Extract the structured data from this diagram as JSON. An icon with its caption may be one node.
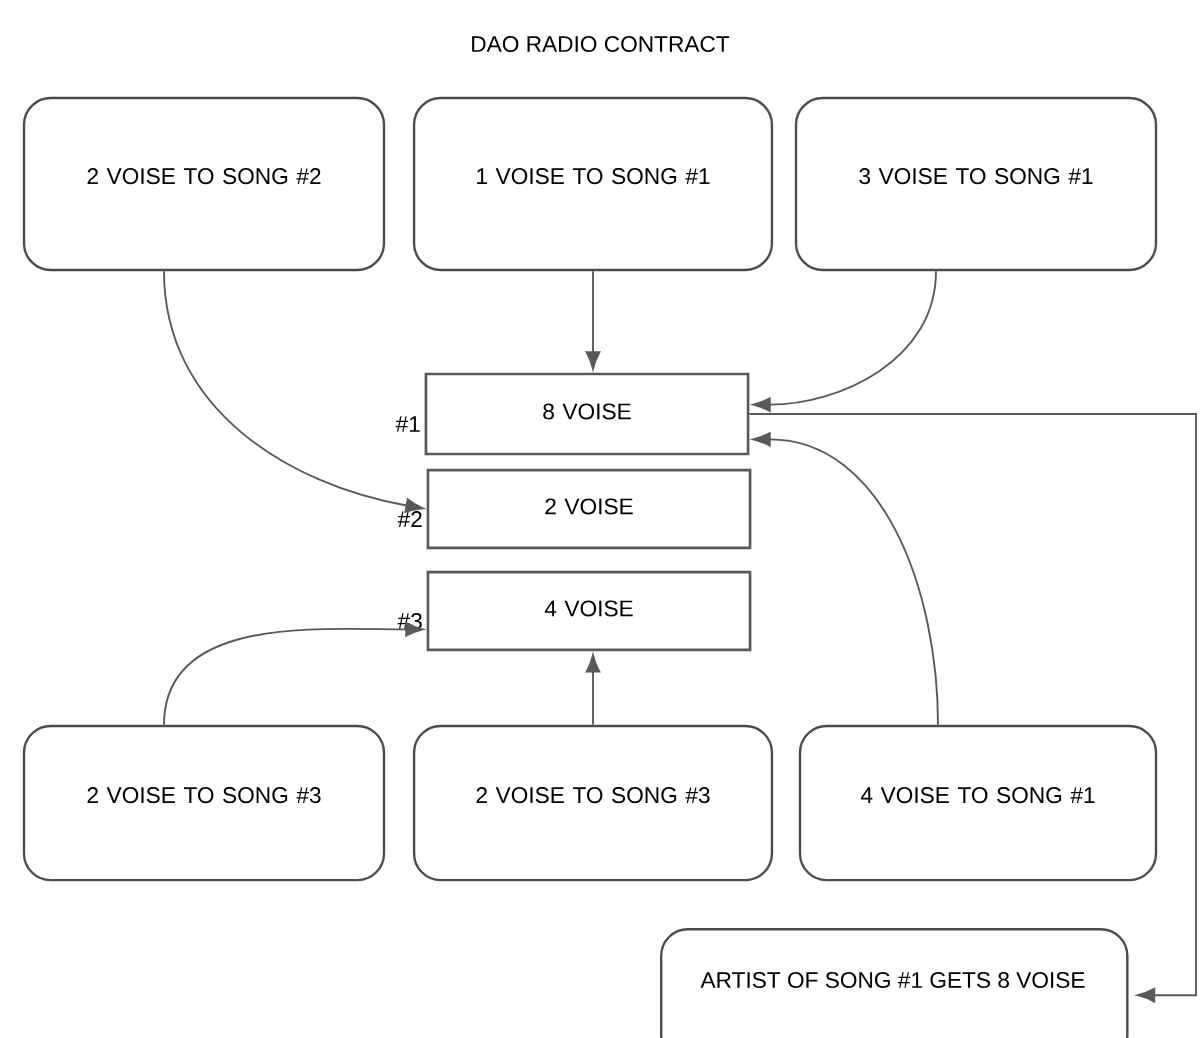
{
  "diagram": {
    "title": "DAO RADIO CONTRACT",
    "nodes": [
      {
        "text": [
          "2 VOISE TO SONG #2"
        ]
      },
      {
        "text": [
          "1 VOISE TO SONG #1"
        ]
      },
      {
        "text": [
          "3 VOISE TO SONG #1"
        ]
      },
      {
        "text": [
          "8 VOISE"
        ],
        "beside": [
          "#1"
        ]
      },
      {
        "text": [
          "2 VOISE"
        ],
        "beside": [
          "#2"
        ]
      },
      {
        "text": [
          "4 VOISE"
        ],
        "beside": [
          "#3"
        ]
      },
      {
        "text": [
          "2 VOISE TO SONG #3"
        ]
      },
      {
        "text": [
          "2 VOISE TO SONG #3"
        ]
      },
      {
        "text": [
          "4 VOISE TO SONG #1"
        ]
      },
      {
        "text": [
          "ARTIST OF SONG #1 GETS 8 VOISE"
        ]
      }
    ],
    "edges": [
      {
        "from": 0,
        "to": 4,
        "arrow": "to"
      },
      {
        "from": 1,
        "to": 3,
        "arrow": "to"
      },
      {
        "from": 2,
        "to": 3,
        "arrow": "to"
      },
      {
        "from": 6,
        "to": 5,
        "arrow": "to"
      },
      {
        "from": 7,
        "to": 5,
        "arrow": "to"
      },
      {
        "from": 8,
        "to": 3,
        "arrow": "to"
      },
      {
        "from": 3,
        "to": 9,
        "arrow": "to"
      }
    ]
  }
}
